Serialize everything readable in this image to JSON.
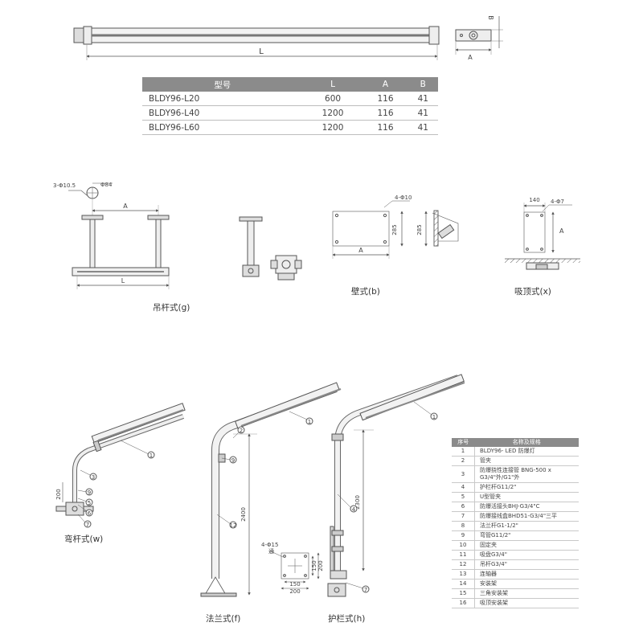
{
  "dim_table": {
    "headers": [
      "型号",
      "L",
      "A",
      "B"
    ],
    "rows": [
      [
        "BLDY96-L20",
        "600",
        "116",
        "41"
      ],
      [
        "BLDY96-L40",
        "1200",
        "116",
        "41"
      ],
      [
        "BLDY96-L60",
        "1200",
        "116",
        "41"
      ]
    ]
  },
  "top_view": {
    "l_label": "L",
    "a_label": "A",
    "b_label": "B"
  },
  "pendant": {
    "hole_label": "3-Φ10.5",
    "dia_label": "Φ84",
    "a_label": "A",
    "l_label": "L",
    "caption": "吊杆式(g)"
  },
  "wall": {
    "hole_label": "4-Φ10",
    "h_label": "285",
    "h_label_side": "285",
    "a_label": "A",
    "caption": "壁式(b)"
  },
  "ceiling": {
    "w_label": "140",
    "hole_label": "4-Φ7",
    "a_label": "A",
    "caption": "吸顶式(x)"
  },
  "bent_pole": {
    "caption": "弯杆式(w)",
    "dim_label": "200",
    "callouts": [
      "1",
      "3",
      "9",
      "5",
      "6",
      "7"
    ]
  },
  "flange": {
    "caption": "法兰式(f)",
    "height_label": "2400",
    "callouts": [
      "1",
      "2",
      "9",
      "12"
    ],
    "plate": {
      "hole_label": "4-Φ15",
      "hole_sub": "通",
      "w1": "150",
      "w2": "200",
      "h1": "150",
      "h2": "200"
    }
  },
  "guardrail": {
    "caption": "护栏式(h)",
    "height_label": "2300",
    "callouts": [
      "1",
      "4",
      "7"
    ]
  },
  "parts_table": {
    "headers": [
      "序号",
      "名称及规格"
    ],
    "rows": [
      [
        "1",
        "BLDY96- LED 防爆灯"
      ],
      [
        "2",
        "管夹"
      ],
      [
        "3",
        "防爆挠性连接管 BNG-500 x G3/4\"外/G1\"外"
      ],
      [
        "4",
        "护栏杆G11/2\""
      ],
      [
        "5",
        "U型管夹"
      ],
      [
        "6",
        "防爆活接头BHJ-G3/4\"C"
      ],
      [
        "7",
        "防爆接线盒BHD51-G3/4\"三平"
      ],
      [
        "8",
        "法兰杆G1-1/2\""
      ],
      [
        "9",
        "弯管G11/2\""
      ],
      [
        "10",
        "固定夹"
      ],
      [
        "11",
        "吸盘G3/4\""
      ],
      [
        "12",
        "吊杆G3/4\""
      ],
      [
        "13",
        "连轴器"
      ],
      [
        "14",
        "安装架"
      ],
      [
        "15",
        "三角安装架"
      ],
      [
        "16",
        "吸顶安装架"
      ]
    ]
  }
}
